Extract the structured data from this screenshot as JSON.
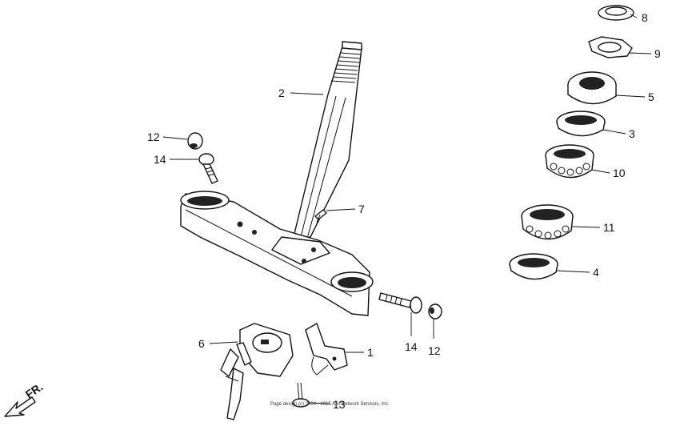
{
  "callouts": {
    "c1": "1",
    "c2": "2",
    "c3": "3",
    "c4": "4",
    "c5": "5",
    "c6": "6",
    "c7": "7",
    "c8": "8",
    "c9": "9",
    "c10": "10",
    "c11": "11",
    "c12a": "12",
    "c12b": "12",
    "c13": "13",
    "c14a": "14",
    "c14b": "14"
  },
  "direction_label": "FR.",
  "copyright": "Page design (c) 2004 - 2015 ARI Network Services, Inc."
}
